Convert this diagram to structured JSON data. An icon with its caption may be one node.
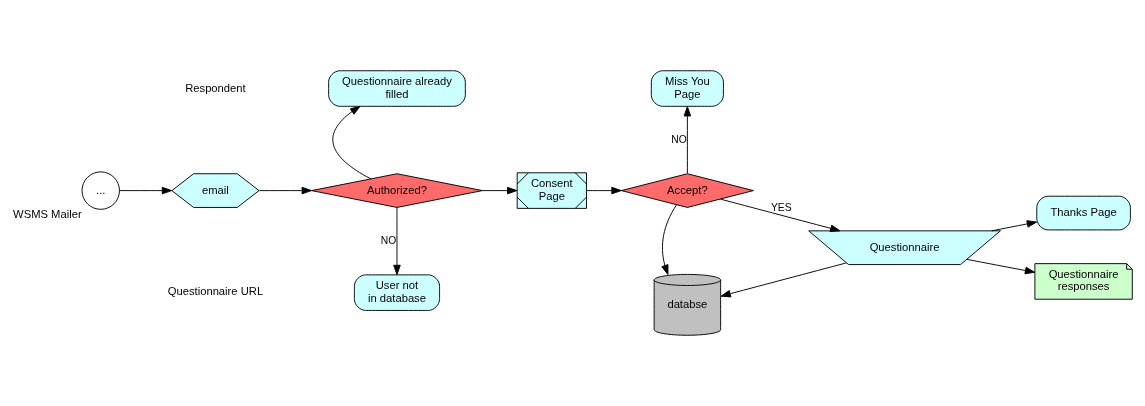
{
  "diagram": {
    "nodes": [
      {
        "text": [
          "..."
        ],
        "beside": [
          "WSMS Mailer"
        ]
      },
      {
        "text": [
          "email"
        ]
      },
      {
        "text": [
          "Authorized?"
        ]
      },
      {
        "text": [
          "Questionnaire already filled"
        ]
      },
      {
        "text": [
          "User not in database"
        ]
      },
      {
        "text": [
          "Consent Page"
        ]
      },
      {
        "text": [
          "Accept?"
        ]
      },
      {
        "text": [
          "Miss You Page"
        ]
      },
      {
        "text": [
          "databse"
        ]
      },
      {
        "text": [
          "Questionnaire"
        ]
      },
      {
        "text": [
          "Thanks Page"
        ]
      },
      {
        "text": [
          "Questionnaire responses"
        ]
      }
    ],
    "edges": [
      {
        "from": 0,
        "to": 1,
        "arrow": "to"
      },
      {
        "from": 1,
        "to": 2,
        "arrow": "to"
      },
      {
        "from": 2,
        "to": 3,
        "arrow": "to"
      },
      {
        "from": 2,
        "to": 4,
        "arrow": "to",
        "label": "NO"
      },
      {
        "from": 2,
        "to": 5,
        "arrow": "to"
      },
      {
        "from": 5,
        "to": 6,
        "arrow": "to"
      },
      {
        "from": 6,
        "to": 7,
        "arrow": "to",
        "label": "NO"
      },
      {
        "from": 6,
        "to": 9,
        "arrow": "to",
        "label": "YES"
      },
      {
        "from": 6,
        "to": 8,
        "arrow": "to"
      },
      {
        "from": 9,
        "to": 10,
        "arrow": "to"
      },
      {
        "from": 9,
        "to": 11,
        "arrow": "to"
      },
      {
        "from": 9,
        "to": 8,
        "arrow": "to"
      }
    ],
    "labels": [
      "Respondent",
      "Questionnaire URL"
    ]
  }
}
